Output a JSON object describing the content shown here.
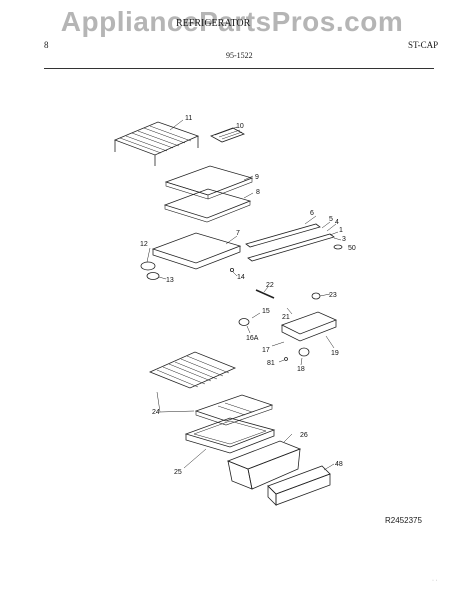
{
  "header": {
    "watermark": "AppliancePartsPros.com",
    "title": "REFRIGERATOR",
    "page_number": "8",
    "model_code": "ST-CAP",
    "doc_number": "95-1522"
  },
  "footer": {
    "drawing_code": "R2452375"
  },
  "part_labels": [
    "11",
    "10",
    "9",
    "8",
    "7",
    "6",
    "5",
    "4",
    "1",
    "3",
    "50",
    "12",
    "13",
    "14",
    "22",
    "23",
    "15",
    "21",
    "16A",
    "17",
    "19",
    "81",
    "18",
    "24",
    "26",
    "25",
    "48"
  ]
}
